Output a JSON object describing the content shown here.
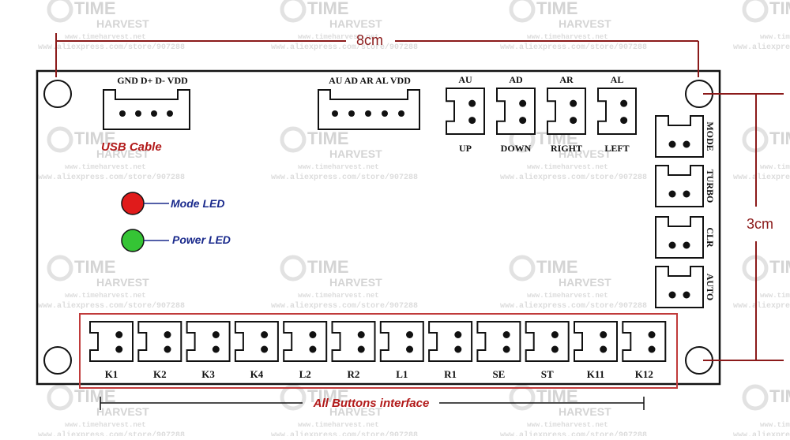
{
  "watermark": {
    "brand_top": "TIME",
    "brand_bottom": "HARVEST",
    "url_top": "www.timeharvest.net",
    "url_bottom": "www.aliexpress.com/store/907288"
  },
  "dimensions": {
    "width": "8cm",
    "height": "3cm"
  },
  "connectors": {
    "usb": {
      "pins": "GND D+ D- VDD",
      "caption": "USB Cable",
      "pin_count": 4
    },
    "direction_header": {
      "pins": "AU AD AR AL VDD",
      "pin_count": 5
    },
    "directions": [
      {
        "top": "AU",
        "bottom": "UP"
      },
      {
        "top": "AD",
        "bottom": "DOWN"
      },
      {
        "top": "AR",
        "bottom": "RIGHT"
      },
      {
        "top": "AL",
        "bottom": "LEFT"
      }
    ],
    "side": [
      "MODE",
      "TURBO",
      "CLR",
      "AUTO"
    ],
    "buttons": [
      "K1",
      "K2",
      "K3",
      "K4",
      "L2",
      "R2",
      "L1",
      "R1",
      "SE",
      "ST",
      "K11",
      "K12"
    ],
    "buttons_caption": "All Buttons interface"
  },
  "leds": [
    {
      "label": "Mode LED",
      "color": "#e01b1b"
    },
    {
      "label": "Power LED",
      "color": "#35c435"
    }
  ],
  "colors": {
    "board_outline": "#111111",
    "dimension_line": "#8b1a1a",
    "buttons_frame": "#c03a3a"
  }
}
